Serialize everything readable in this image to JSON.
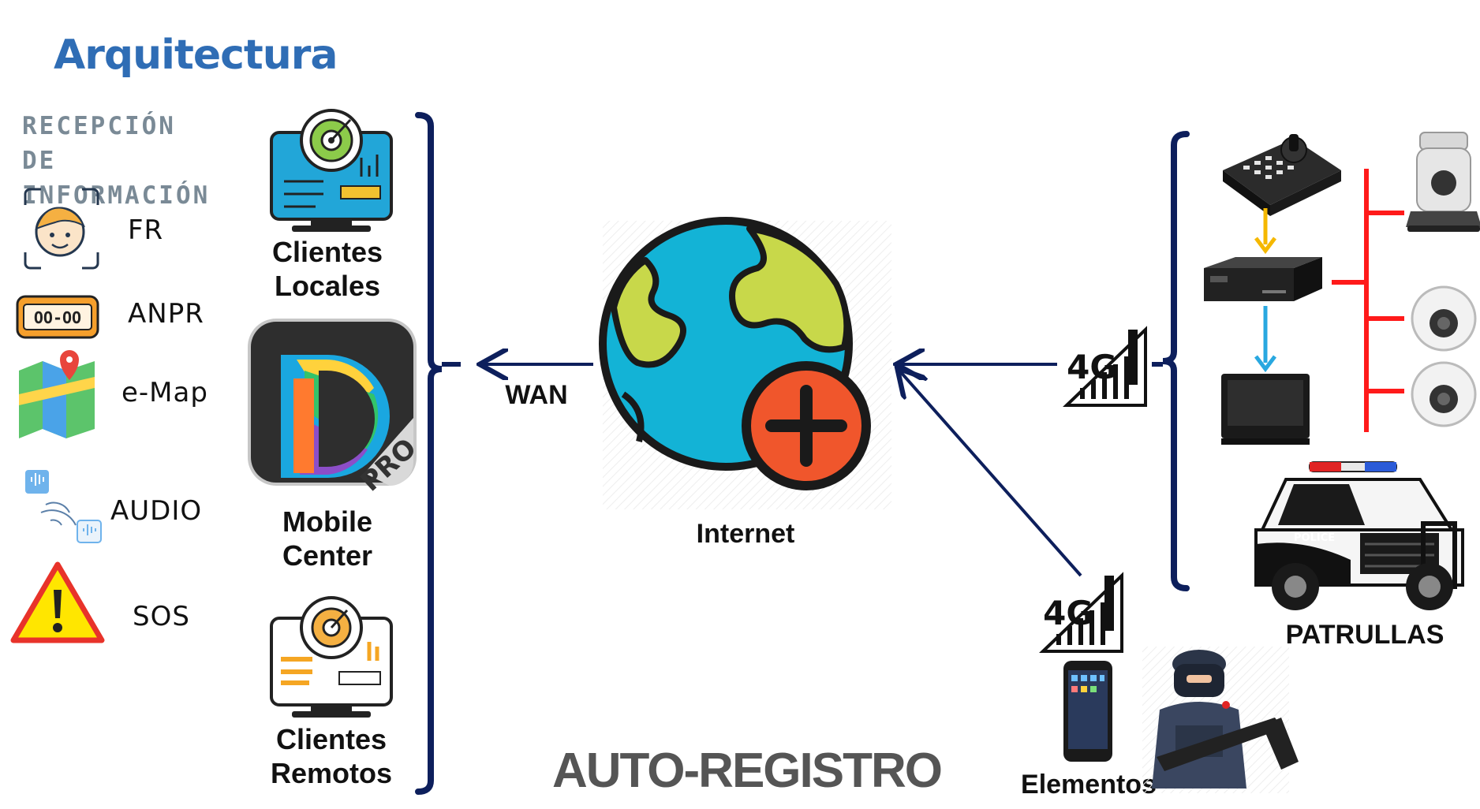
{
  "title": "Arquitectura",
  "reception_label": "RECEPCIÓN DE INFORMACIÓN",
  "features": [
    {
      "label": "FR",
      "icon": "face-recognition-icon"
    },
    {
      "label": "ANPR",
      "icon": "license-plate-icon"
    },
    {
      "label": "e-Map",
      "icon": "map-pin-icon"
    },
    {
      "label": "AUDIO",
      "icon": "audio-wave-icon"
    },
    {
      "label": "SOS",
      "icon": "warning-icon"
    }
  ],
  "clients": {
    "local": "Clientes Locales",
    "mobile_center": "Mobile Center",
    "mobile_center_badge": "PRO",
    "remote": "Clientes Remotos"
  },
  "network": {
    "wan": "WAN",
    "internet": "Internet",
    "cell_badge": "4G"
  },
  "patrol": {
    "label": "PATRULLAS",
    "car_text": "POLICE"
  },
  "elements_label": "Elementos",
  "footer": "AUTO-REGISTRO",
  "colors": {
    "title_blue": "#2f6db5",
    "navy": "#0d1f5c",
    "red_bus": "#ff1a1a",
    "yellow_arrow": "#f5b800",
    "blue_arrow": "#29a8e0",
    "globe_blue": "#13b3d6",
    "globe_green": "#c8d84a",
    "plus_orange": "#f0562c"
  }
}
